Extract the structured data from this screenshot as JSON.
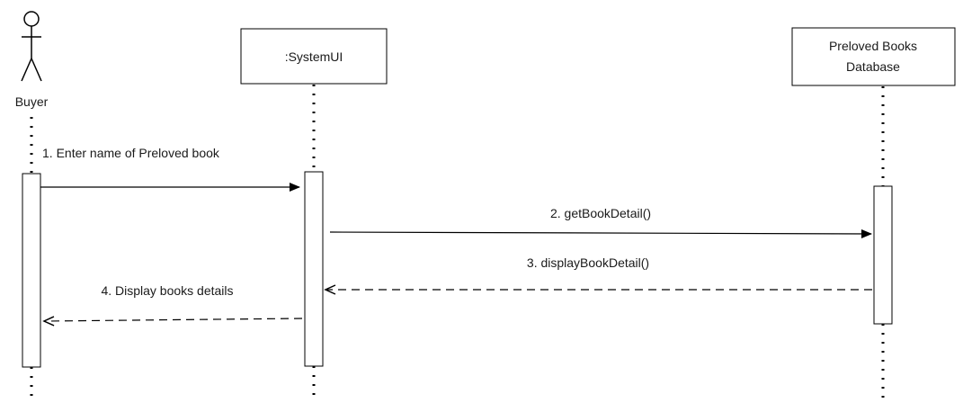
{
  "diagram": {
    "actors": [
      {
        "id": "buyer",
        "label": "Buyer",
        "kind": "stick-figure"
      },
      {
        "id": "systemui",
        "label": ":SystemUI",
        "kind": "box"
      },
      {
        "id": "database",
        "label_lines": [
          "Preloved Books",
          "Database"
        ],
        "kind": "box"
      }
    ],
    "messages": [
      {
        "from": "buyer",
        "to": "systemui",
        "label": "1. Enter name of Preloved book",
        "style": "solid"
      },
      {
        "from": "systemui",
        "to": "database",
        "label": "2. getBookDetail()",
        "style": "solid"
      },
      {
        "from": "database",
        "to": "systemui",
        "label": "3. displayBookDetail()",
        "style": "dashed"
      },
      {
        "from": "systemui",
        "to": "buyer",
        "label": "4. Display books details",
        "style": "dashed"
      }
    ]
  },
  "colors": {
    "line": "#000000",
    "text": "#1a1a1a",
    "box_fill": "#ffffff"
  }
}
